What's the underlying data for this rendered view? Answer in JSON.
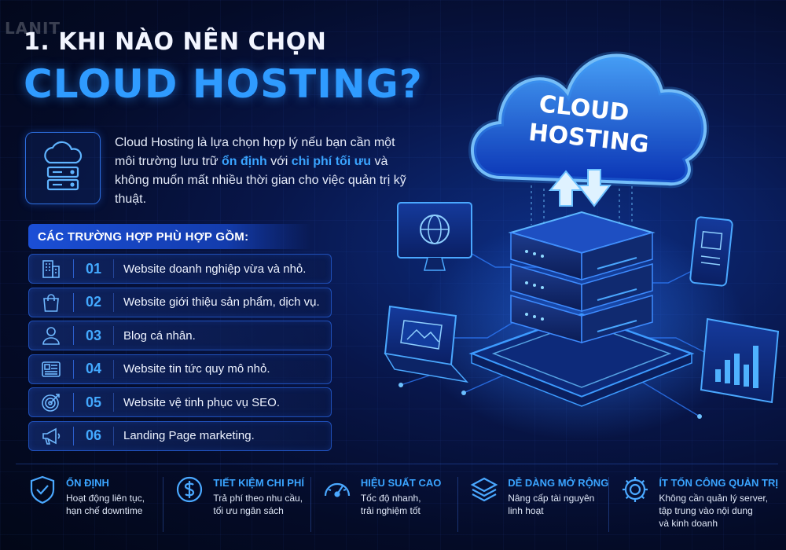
{
  "brand": "LANIT",
  "title": {
    "line1": "1. KHI NÀO NÊN CHỌN",
    "line2": "CLOUD HOSTING?"
  },
  "intro": {
    "part1": "Cloud Hosting là lựa chọn hợp lý nếu bạn cần một môi trường lưu trữ ",
    "highlight1": "ổn định",
    "part2": " với ",
    "highlight2": "chi phí tối ưu",
    "part3": " và không muốn mất nhiều thời gian cho việc quản trị kỹ thuật."
  },
  "cases_header": "CÁC TRƯỜNG HỢP PHÙ HỢP GỒM:",
  "cases": [
    {
      "num": "01",
      "text": "Website doanh nghiệp vừa và nhỏ.",
      "icon": "building-icon"
    },
    {
      "num": "02",
      "text": "Website giới thiệu sản phẩm, dịch vụ.",
      "icon": "shopping-bag-icon"
    },
    {
      "num": "03",
      "text": "Blog cá nhân.",
      "icon": "user-icon"
    },
    {
      "num": "04",
      "text": "Website tin tức quy mô nhỏ.",
      "icon": "newspaper-icon"
    },
    {
      "num": "05",
      "text": "Website vệ tinh phục vụ SEO.",
      "icon": "target-icon"
    },
    {
      "num": "06",
      "text": "Landing Page marketing.",
      "icon": "megaphone-icon"
    }
  ],
  "cloud_label": {
    "line1": "CLOUD",
    "line2": "HOSTING"
  },
  "benefits": [
    {
      "title": "ỔN ĐỊNH",
      "desc": [
        "Hoạt động liên tục,",
        "hạn chế downtime"
      ],
      "icon": "shield-check-icon"
    },
    {
      "title": "TIẾT KIỆM CHI PHÍ",
      "desc": [
        "Trả phí theo nhu cầu,",
        "tối ưu ngân sách"
      ],
      "icon": "dollar-coin-icon"
    },
    {
      "title": "HIỆU SUẤT CAO",
      "desc": [
        "Tốc độ nhanh,",
        "trải nghiệm tốt"
      ],
      "icon": "speedometer-icon"
    },
    {
      "title": "DỄ DÀNG MỞ RỘNG",
      "desc": [
        "Nâng cấp tài nguyên",
        "linh hoạt"
      ],
      "icon": "layers-icon"
    },
    {
      "title": "ÍT TỐN CÔNG QUẢN TRỊ",
      "desc": [
        "Không cần quản lý server,",
        "tập trung vào nội dung",
        "và kinh doanh"
      ],
      "icon": "gear-icon"
    }
  ],
  "colors": {
    "accent": "#2f9bff",
    "highlight": "#3aa4ff",
    "background": "#040b27"
  }
}
